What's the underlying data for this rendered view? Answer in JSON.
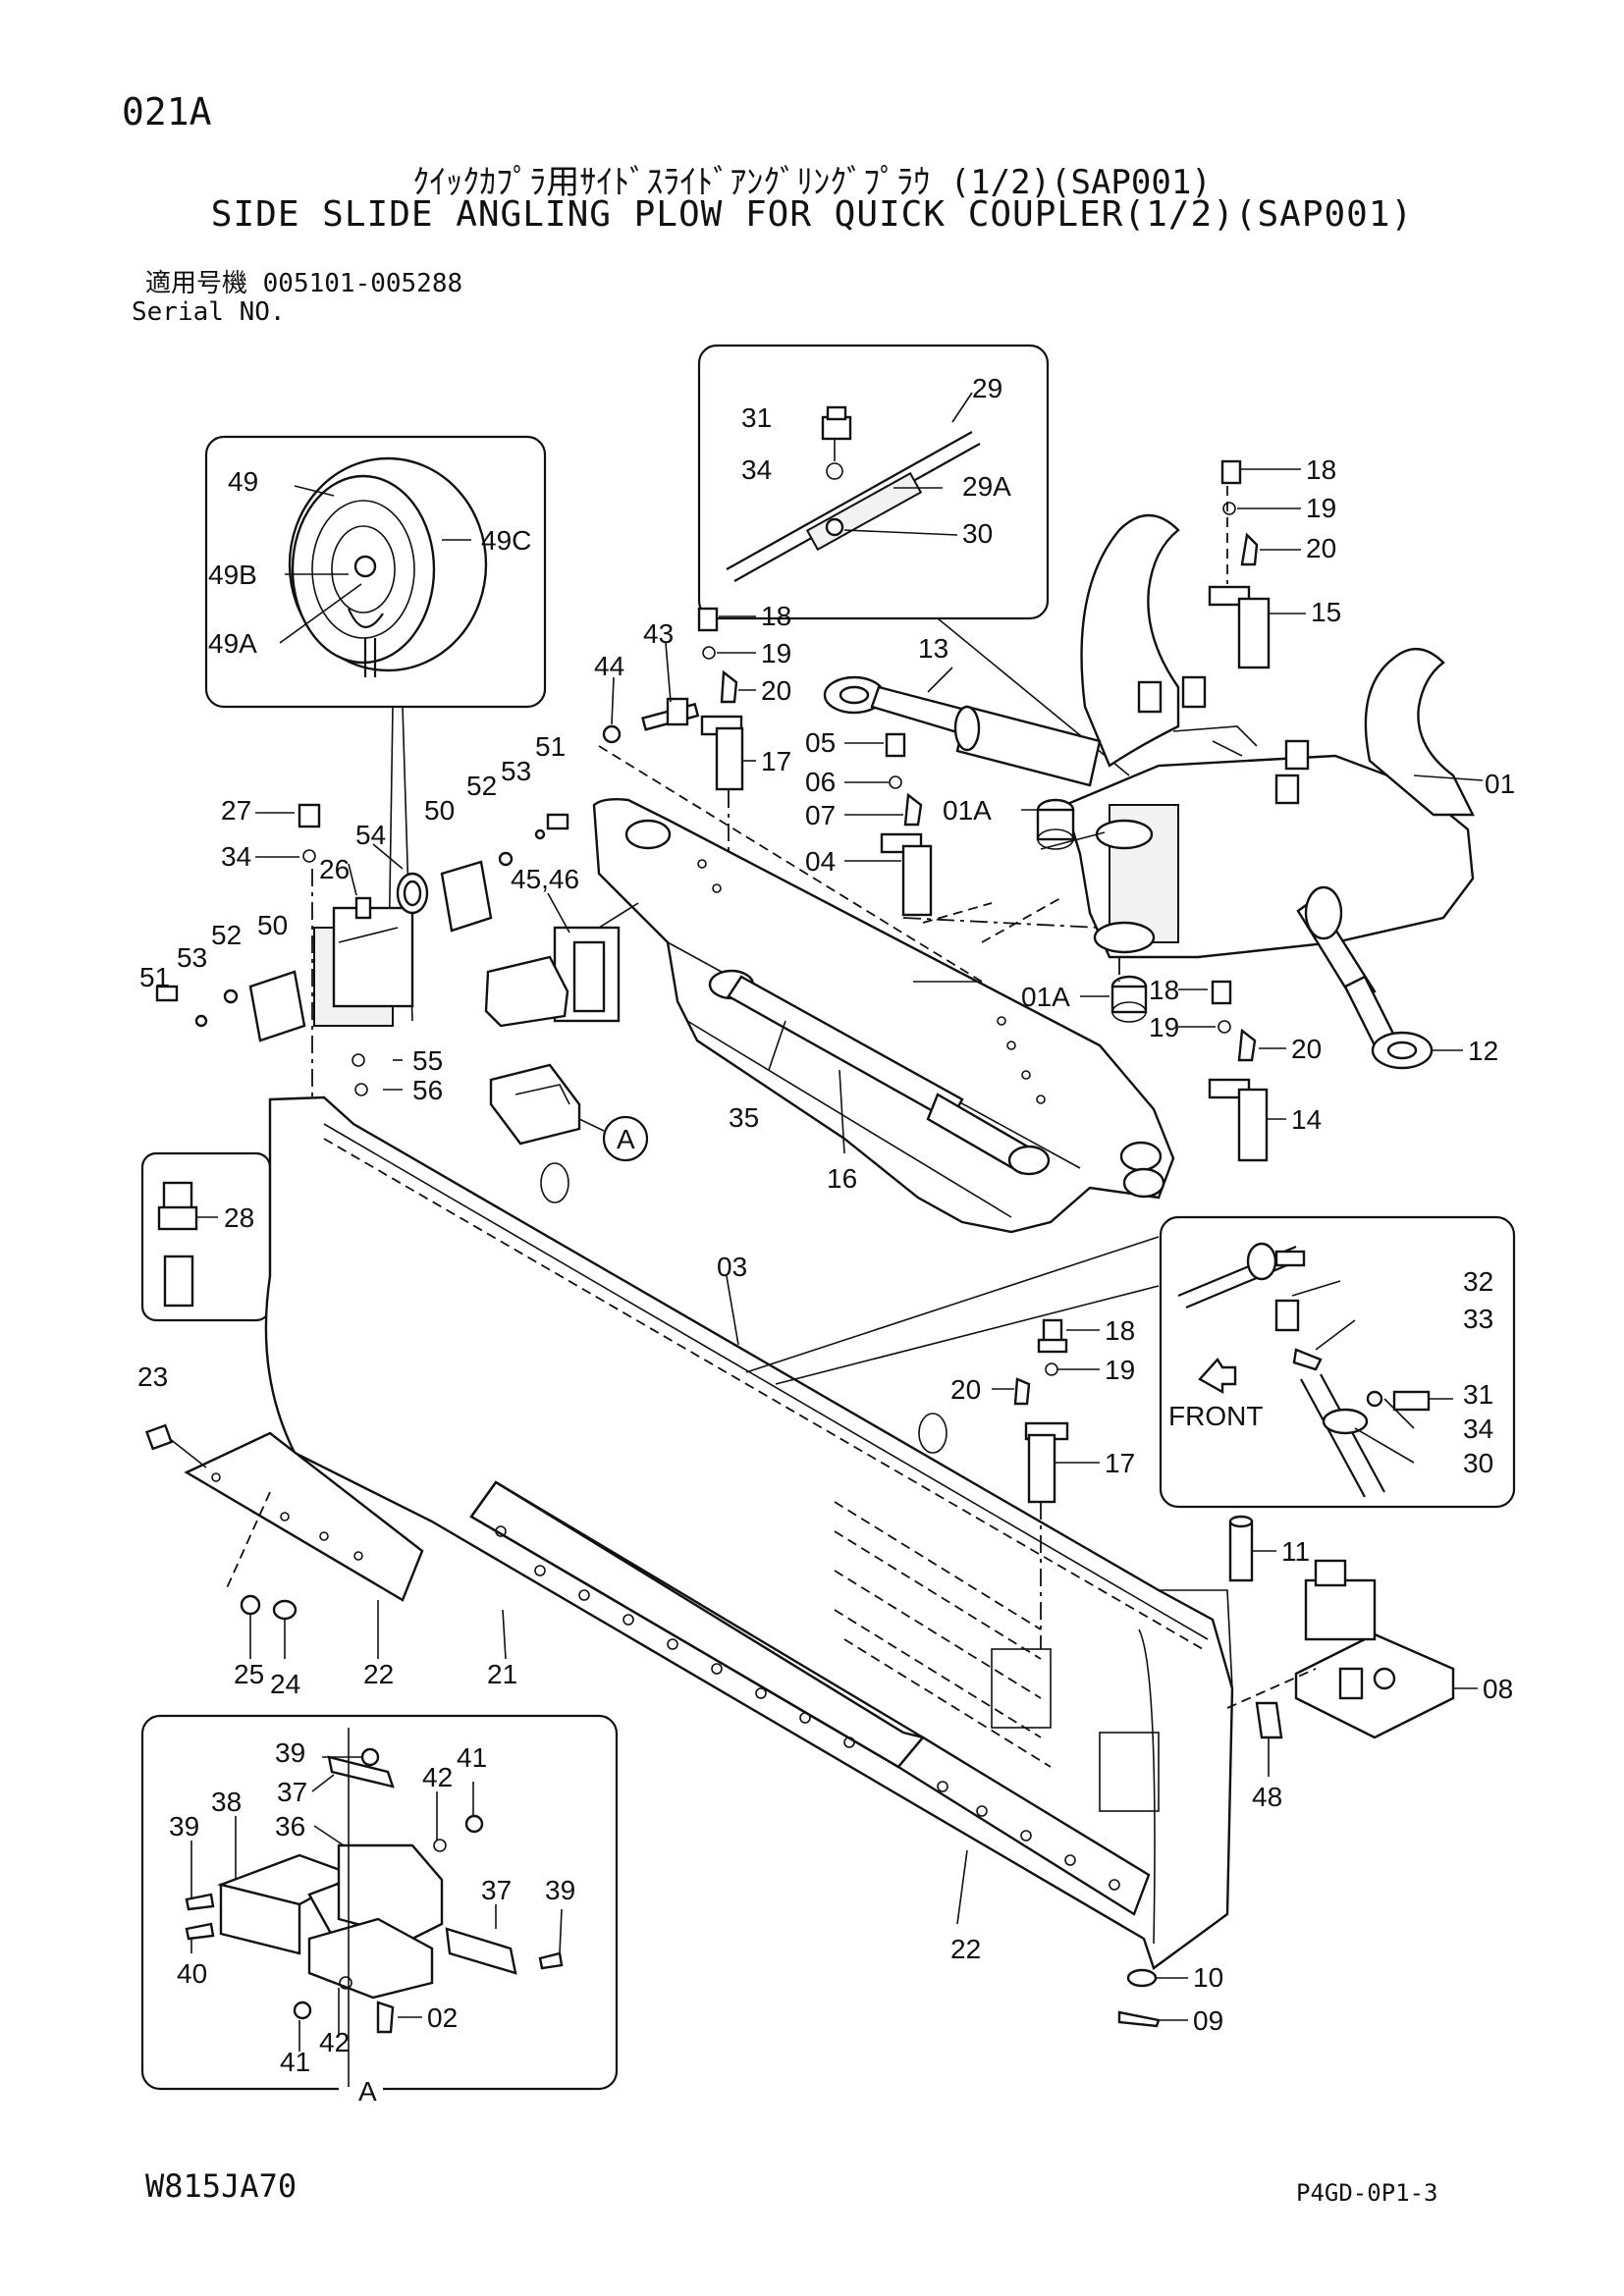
{
  "header": {
    "page_code": "021A",
    "title_jp": "ｸｲｯｸｶﾌﾟﾗ用ｻｲﾄﾞｽﾗｲﾄﾞｱﾝｸﾞﾘﾝｸﾞﾌﾟﾗｳ (1/2)(SAP001)",
    "title_en": "SIDE SLIDE ANGLING PLOW FOR QUICK COUPLER(1/2)(SAP001)",
    "serial_jp": "適用号機 005101-005288",
    "serial_en": "Serial NO."
  },
  "footer": {
    "drawing_no": "W815JA70",
    "sheet_code": "P4GD-0P1-3"
  },
  "callouts": {
    "p01": "01",
    "p01a": "01A",
    "p02": "02",
    "p03": "03",
    "p04": "04",
    "p05": "05",
    "p06": "06",
    "p07": "07",
    "p08": "08",
    "p09": "09",
    "p10": "10",
    "p11": "11",
    "p12": "12",
    "p13": "13",
    "p14": "14",
    "p15": "15",
    "p16": "16",
    "p17": "17",
    "p18": "18",
    "p19": "19",
    "p20": "20",
    "p21": "21",
    "p22": "22",
    "p23": "23",
    "p24": "24",
    "p25": "25",
    "p26": "26",
    "p27": "27",
    "p28": "28",
    "p29": "29",
    "p29a": "29A",
    "p30": "30",
    "p31": "31",
    "p32": "32",
    "p33": "33",
    "p34": "34",
    "p35": "35",
    "p36": "36",
    "p37": "37",
    "p38": "38",
    "p39": "39",
    "p40": "40",
    "p41": "41",
    "p42": "42",
    "p43": "43",
    "p44": "44",
    "p4546": "45,46",
    "p48": "48",
    "p49": "49",
    "p49a": "49A",
    "p49b": "49B",
    "p49c": "49C",
    "p50": "50",
    "p51": "51",
    "p52": "52",
    "p53": "53",
    "p54": "54",
    "p55": "55",
    "p56": "56",
    "view_a": "A",
    "front": "FRONT"
  }
}
